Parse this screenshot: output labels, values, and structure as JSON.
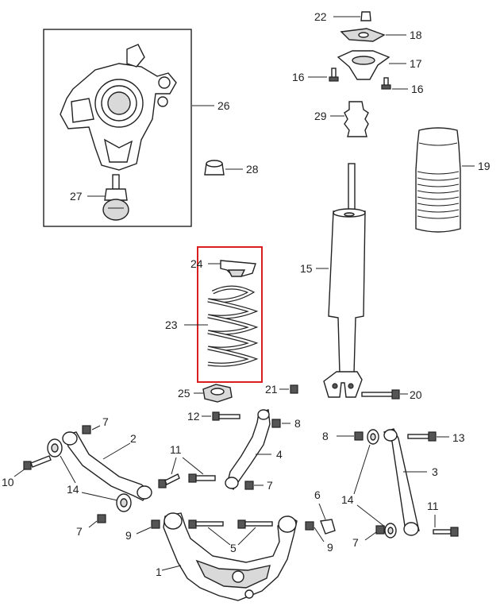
{
  "highlight_color": "#d81e1e",
  "callouts": {
    "c1": "1",
    "c2": "2",
    "c3": "3",
    "c4": "4",
    "c5": "5",
    "c6": "6",
    "c7a": "7",
    "c7b": "7",
    "c7c": "7",
    "c7d": "7",
    "c8a": "8",
    "c8b": "8",
    "c9a": "9",
    "c9b": "9",
    "c10": "10",
    "c11a": "11",
    "c11b": "11",
    "c12": "12",
    "c13": "13",
    "c14a": "14",
    "c14b": "14",
    "c15": "15",
    "c16a": "16",
    "c16b": "16",
    "c17": "17",
    "c18": "18",
    "c19": "19",
    "c20": "20",
    "c21": "21",
    "c22": "22",
    "c23": "23",
    "c24": "24",
    "c25": "25",
    "c26": "26",
    "c27": "27",
    "c28": "28",
    "c29": "29"
  }
}
